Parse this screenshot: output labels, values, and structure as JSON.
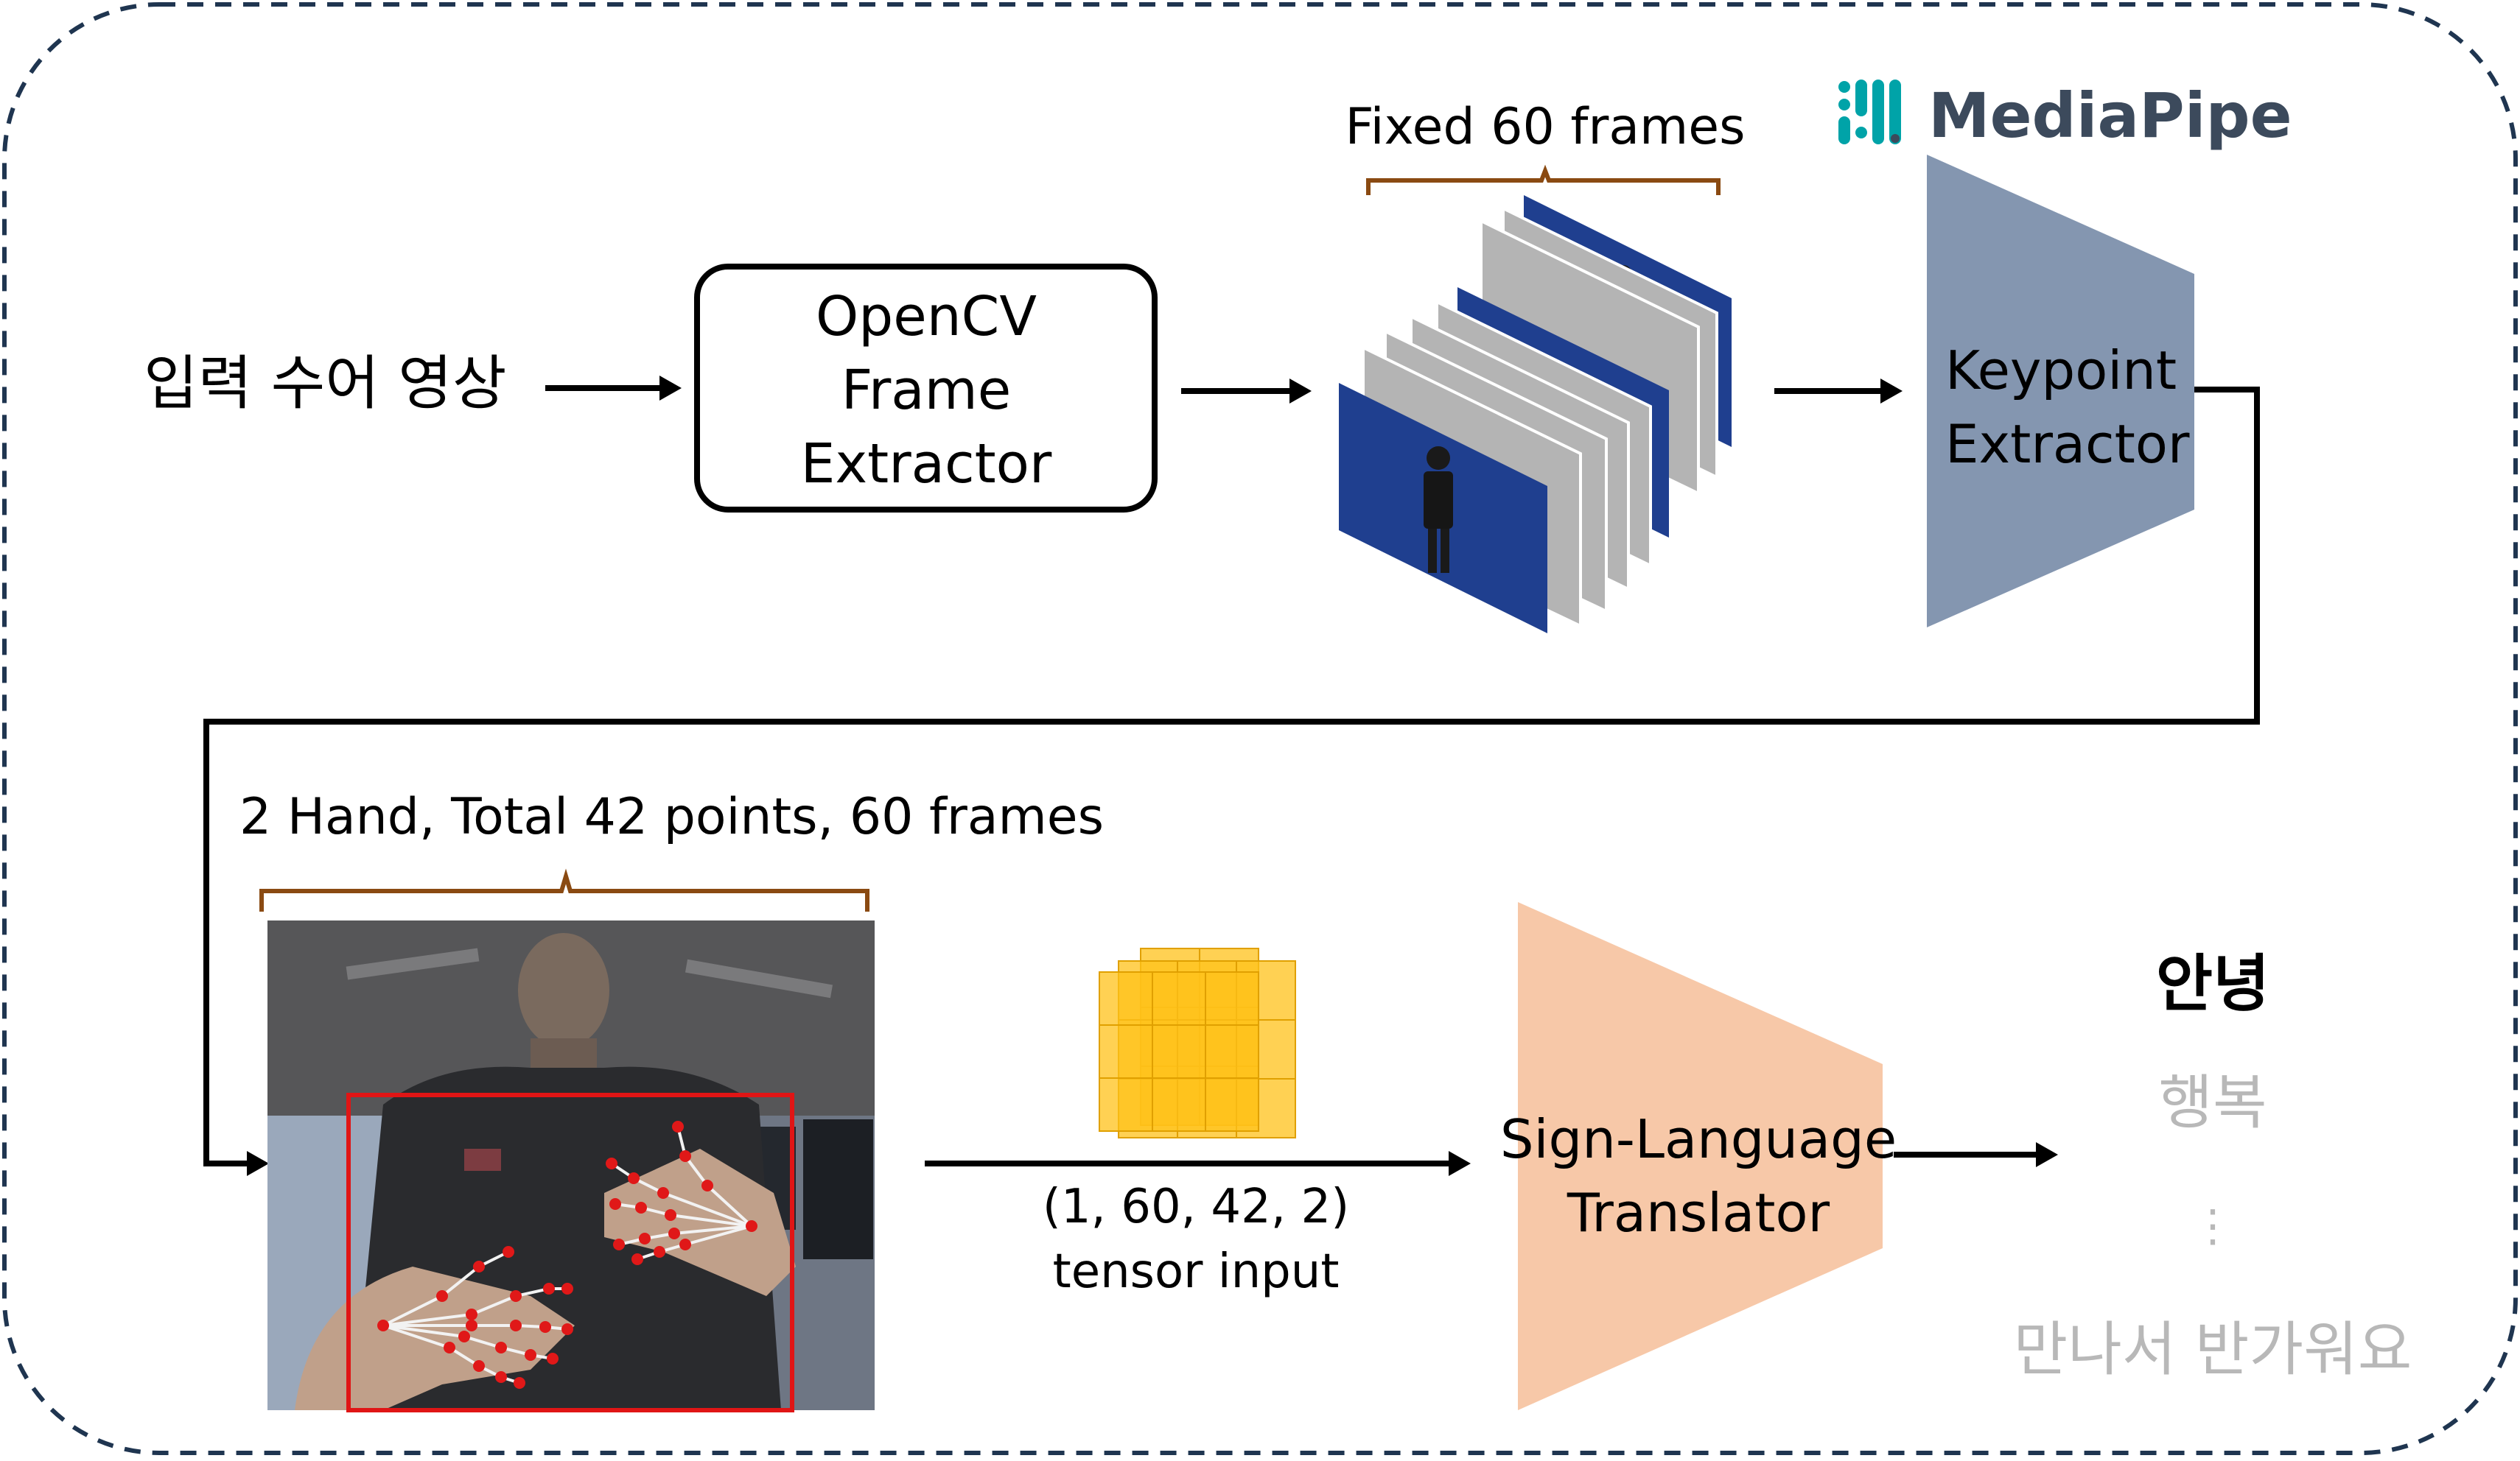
{
  "input_label": "입력 수어 영상",
  "opencv_box": {
    "lines": [
      "OpenCV",
      "Frame",
      "Extractor"
    ]
  },
  "frames_label": "Fixed 60 frames",
  "mediapipe_logo_text": "MediaPipe",
  "keypoint_extractor": {
    "lines": [
      "Keypoint",
      "Extractor"
    ]
  },
  "hands_label": "2 Hand, Total 42 points, 60 frames",
  "tensor_label": {
    "lines": [
      "(1, 60, 42, 2)",
      "tensor input"
    ]
  },
  "translator": {
    "lines": [
      "Sign-Language",
      "Translator"
    ]
  },
  "outputs": {
    "primary": "안녕",
    "secondary": "행복",
    "ellipsis": "⋮",
    "last": "만나서 반가워요"
  },
  "colors": {
    "border_dash": "#1f3550",
    "keypoint_extractor": "#8496b0",
    "translator": "#f7c8a8",
    "bracket": "#8a4a12",
    "mediapipe_teal": "#00a3a8",
    "mediapipe_text": "#3c4a5c",
    "frame_blue": "#1f3f8f",
    "frame_gray": "#b4b4b4",
    "tensor_cube": "#ffc21a",
    "bbox_red": "#e01515",
    "keypoint_red": "#e01818",
    "output_gray": "#b8b8b8"
  }
}
